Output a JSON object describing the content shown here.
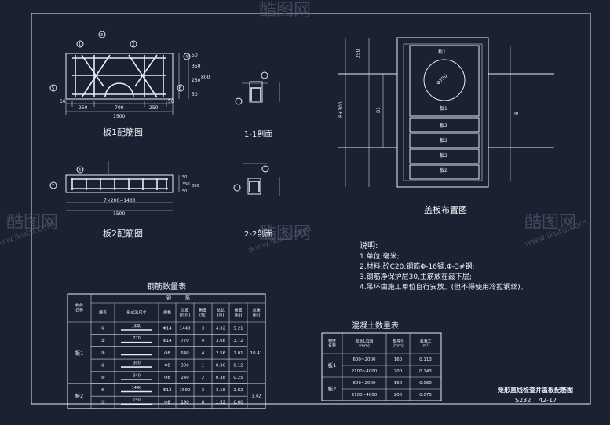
{
  "drawing": {
    "plate1_caption": "板1配筋图",
    "plate2_caption": "板2配筋图",
    "section11_caption": "1-1剖面",
    "section22_caption": "2-2剖面",
    "layout_caption": "盖板布置图",
    "title_block": {
      "title": "矩形直线检查井盖板配筋图",
      "code": "S232",
      "page": "42-17"
    },
    "watermark": "www.ikutu.com",
    "watermark_logo": "酷图网",
    "plate1_dims": {
      "bottom_left": "50",
      "bottom_a": "250",
      "bottom_mid": "700",
      "bottom_b": "250",
      "bottom_right": "50",
      "total": "1500",
      "right_1": "50",
      "right_2": "350",
      "right_3": "250",
      "right_4": "50",
      "right_total": "800"
    },
    "plate2_dims": {
      "spacing": "7×200=1400",
      "total": "1500",
      "side_top": "50",
      "side_mid": "350",
      "side_bot": "50",
      "side_total": "350"
    },
    "plate1_markers": [
      "1",
      "2",
      "3",
      "4",
      "5",
      "6"
    ],
    "plate2_markers": [
      "6",
      "7"
    ],
    "section_markers": [
      "1",
      "1",
      "2",
      "2"
    ],
    "layout_labels": {
      "plate": "板1",
      "plate2": "板2",
      "circle": "Φ700",
      "left_dims": [
        "250",
        "B1"
      ],
      "outer": "B+300",
      "right": "B"
    }
  },
  "notes": {
    "heading": "说明:",
    "lines": [
      "1.单位:毫米;",
      "2.材料:砼C20,钢筋Φ-16锰,Φ-3#钢;",
      "3.钢筋净保护层30,主筋放在最下层;",
      "4.吊环由施工单位自行安放。(但不得使用冷拉钢丝)。"
    ]
  },
  "rebar_table": {
    "title": "钢筋数量表",
    "header_col1": "构件\n名称",
    "header_group": "钢　　　筋",
    "headers": [
      "编号",
      "形式及尺寸",
      "规格",
      "长度\n(mm)",
      "数量\n(根)",
      "总长\n(m)",
      "重量\n(kg)",
      "总重\n(kg)"
    ],
    "rows": [
      {
        "comp": "板1",
        "no": "①",
        "shape": "1440",
        "spec": "Φ14",
        "len": "1440",
        "qty": "3",
        "total": "4.32",
        "wt": "5.21",
        "sum": "10.41"
      },
      {
        "comp": "",
        "no": "②",
        "shape": "770",
        "spec": "Φ14",
        "len": "770",
        "qty": "4",
        "total": "3.08",
        "wt": "3.72",
        "sum": ""
      },
      {
        "comp": "",
        "no": "③",
        "shape": "",
        "spec": "Φ8",
        "len": "640",
        "qty": "4",
        "total": "2.56",
        "wt": "1.01",
        "sum": ""
      },
      {
        "comp": "",
        "no": "④",
        "shape": "300",
        "spec": "Φ8",
        "len": "300",
        "qty": "1",
        "total": "0.30",
        "wt": "0.12",
        "sum": ""
      },
      {
        "comp": "",
        "no": "⑤",
        "shape": "340",
        "spec": "Φ8",
        "len": "240",
        "qty": "2",
        "total": "0.38",
        "wt": "0.25",
        "sum": ""
      },
      {
        "comp": "板2",
        "no": "⑥",
        "shape": "1440",
        "spec": "Φ12",
        "len": "1590",
        "qty": "2",
        "total": "3.18",
        "wt": "2.82",
        "sum": "3.42"
      },
      {
        "comp": "",
        "no": "⑦",
        "shape": "190",
        "spec": "Φ8",
        "len": "190",
        "qty": "8",
        "total": "1.52",
        "wt": "0.60",
        "sum": ""
      }
    ]
  },
  "concrete_table": {
    "title": "混凝土数量表",
    "headers": [
      "构件\n名称",
      "板长L范围\n(mm)",
      "板厚h\n(mm)",
      "混凝土\n(m³)"
    ],
    "rows": [
      {
        "comp": "板1",
        "range": "600~2000",
        "h": "160",
        "vol": "0.113"
      },
      {
        "comp": "",
        "range": "2100~4000",
        "h": "200",
        "vol": "0.143"
      },
      {
        "comp": "板2",
        "range": "600~2000",
        "h": "160",
        "vol": "0.060"
      },
      {
        "comp": "",
        "range": "2100~4000",
        "h": "200",
        "vol": "0.075"
      }
    ]
  }
}
